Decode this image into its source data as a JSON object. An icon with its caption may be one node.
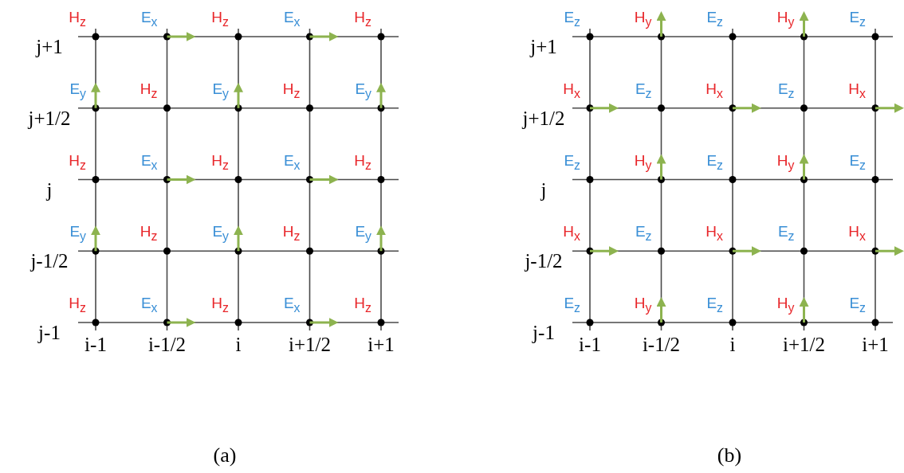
{
  "diagram": {
    "labels": [
      "j+1",
      "j+1/2",
      "j",
      "j-1/2",
      "j-1",
      "H$_{z}$",
      "E$_{x}$",
      "H$_{z}$",
      "E$_{x}$",
      "H$_{z}$",
      "E$_{y}$",
      "H$_{z}$",
      "E$_{y}$",
      "H$_{z}$",
      "E$_{y}$",
      "H$_{z}$",
      "E$_{x}$",
      "H$_{z}$",
      "E$_{x}$",
      "H$_{z}$",
      "E$_{y}$",
      "H$_{z}$",
      "E$_{y}$",
      "H$_{z}$",
      "E$_{y}$",
      "H$_{z}$",
      "E$_{x}$",
      "H$_{z}$",
      "E$_{x}$",
      "H$_{z}$",
      "i-1",
      "i-1/2",
      "i",
      "i+1/2",
      "i+1",
      "(a)",
      "j+1",
      "j+1/2",
      "j",
      "j-1/2",
      "j-1",
      "E$_{z}$",
      "H$_{y}$",
      "E$_{z}$",
      "H$_{y}$",
      "E$_{z}$",
      "H$_{x}$",
      "E$_{z}$",
      "H$_{x}$",
      "E$_{z}$",
      "H$_{x}$",
      "E$_{z}$",
      "H$_{y}$",
      "E$_{z}$",
      "H$_{y}$",
      "E$_{z}$",
      "H$_{x}$",
      "E$_{z}$",
      "H$_{x}$",
      "E$_{z}$",
      "H$_{x}$",
      "E$_{z}$",
      "H$_{y}$",
      "E$_{z}$",
      "H$_{y}$",
      "E$_{z}$",
      "i-1",
      "i-1/2",
      "i",
      "i+1/2",
      "i+1",
      "(b)"
    ]
  }
}
